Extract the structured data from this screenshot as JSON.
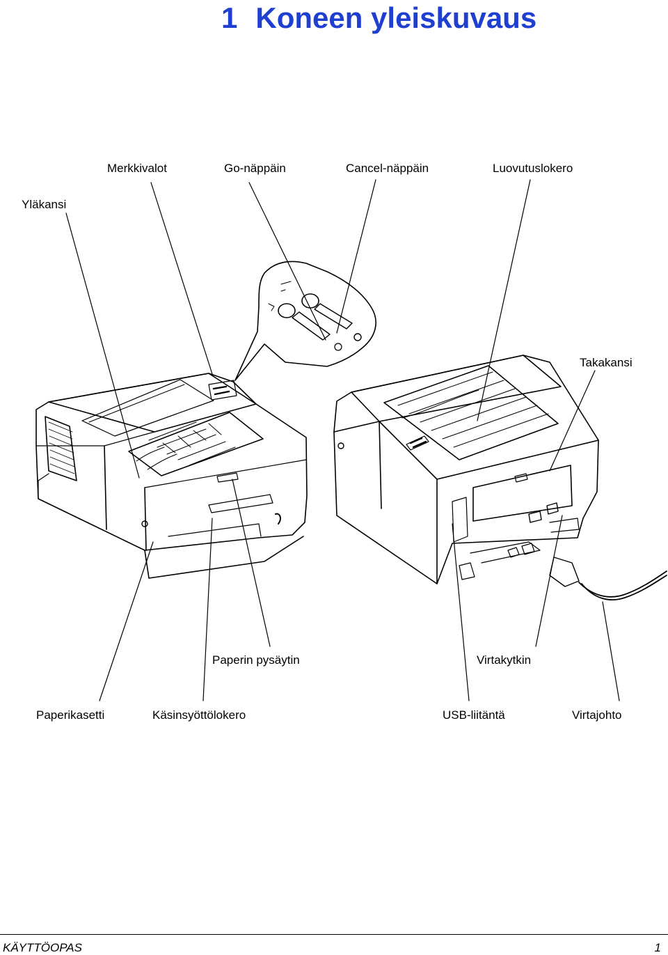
{
  "heading": {
    "number": "1",
    "title": "Koneen yleiskuvaus"
  },
  "labels": {
    "merkkivalot": "Merkkivalot",
    "go_nappain": "Go-näppäin",
    "cancel_nappain": "Cancel-näppäin",
    "luovutuslokero": "Luovutuslokero",
    "ylakansi": "Yläkansi",
    "takakansi": "Takakansi",
    "paperin_pysaytin": "Paperin pysäytin",
    "virtakytkin": "Virtakytkin",
    "paperikasetti": "Paperikasetti",
    "kasinsyottolokero": "Käsinsyöttölokero",
    "usb_liitanta": "USB-liitäntä",
    "virtajohto": "Virtajohto"
  },
  "footer": {
    "left": "KÄYTTÖOPAS",
    "right": "1"
  },
  "colors": {
    "heading": "#1f3fd1",
    "line": "#000000"
  }
}
